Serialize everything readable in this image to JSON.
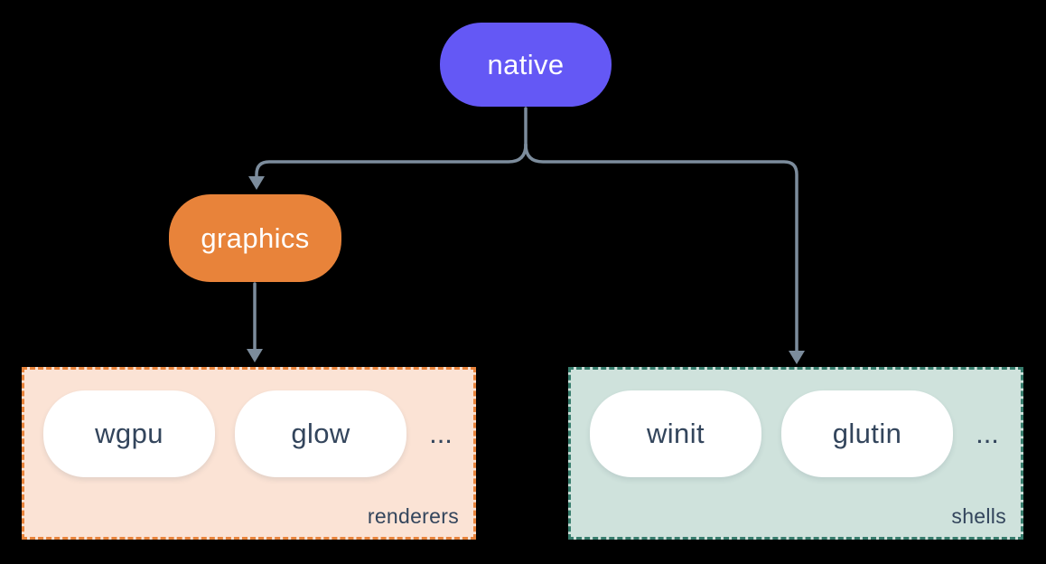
{
  "diagram": {
    "background_color": "#000000",
    "connector_color": "#7c8c9c",
    "nodes": {
      "native": {
        "label": "native",
        "fill": "#6458f5",
        "text_color": "#ffffff"
      },
      "graphics": {
        "label": "graphics",
        "fill": "#e8833a",
        "text_color": "#ffffff"
      }
    },
    "groups": {
      "renderers": {
        "label": "renderers",
        "fill": "#fbe3d5",
        "border_color": "#e8843c",
        "item_fill": "#ffffff",
        "item_text_color": "#33455c",
        "items": [
          "wgpu",
          "glow"
        ],
        "ellipsis": "..."
      },
      "shells": {
        "label": "shells",
        "fill": "#cfe2dc",
        "border_color": "#377d6d",
        "item_fill": "#ffffff",
        "item_text_color": "#33455c",
        "items": [
          "winit",
          "glutin"
        ],
        "ellipsis": "..."
      }
    },
    "edges": [
      {
        "from": "native",
        "to": "graphics"
      },
      {
        "from": "native",
        "to": "shells"
      },
      {
        "from": "graphics",
        "to": "renderers"
      }
    ]
  }
}
